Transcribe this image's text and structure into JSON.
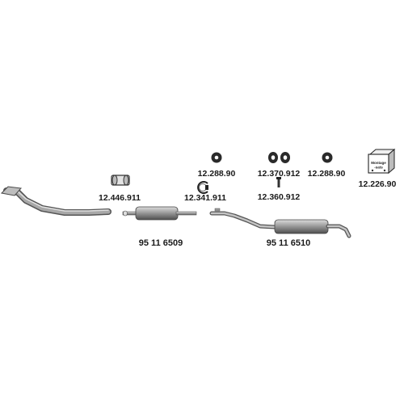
{
  "hardware": {
    "clamp_left": "12.446.911",
    "ring_clamp": "12.341.911",
    "rubber_a": "12.288.90",
    "double_rubber": "12.370.912",
    "bolt": "12.360.912",
    "rubber_b": "12.288.90",
    "montage_kit": "12.226.90",
    "kit_text": [
      "Montage",
      "-sats"
    ]
  },
  "mufflers": {
    "middle": "95 11 6509",
    "rear": "95 11 6510"
  }
}
